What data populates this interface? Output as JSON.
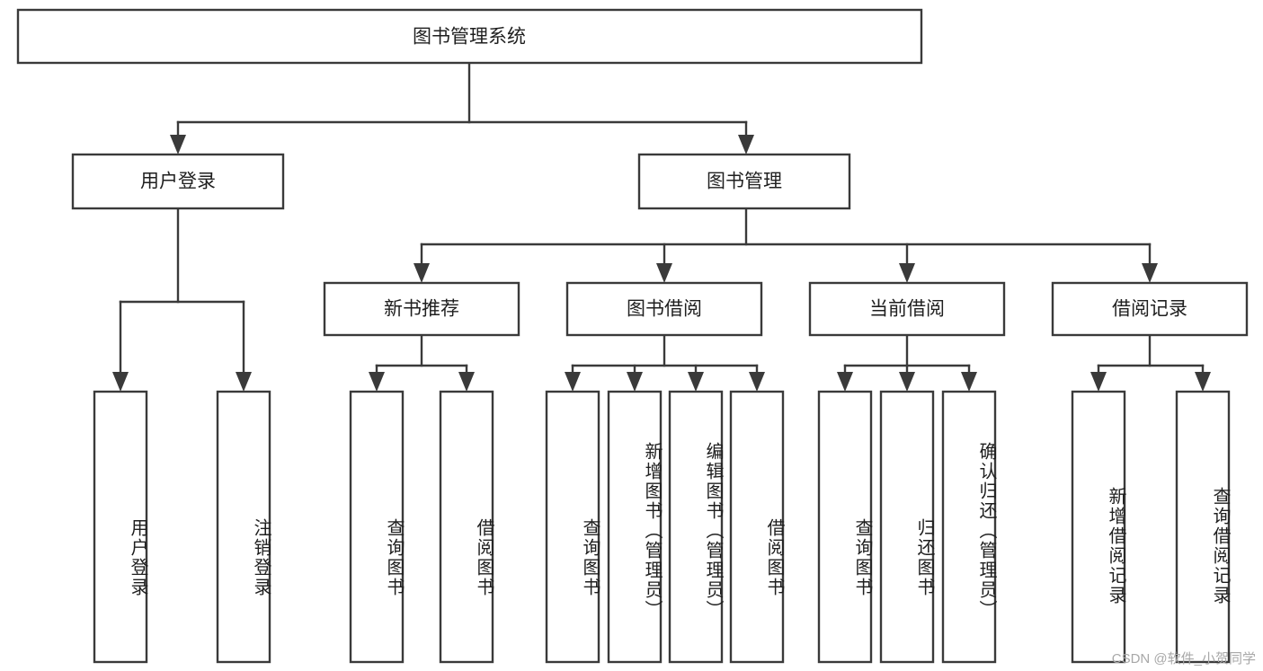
{
  "diagram": {
    "title_node": {
      "id": "root",
      "label": "图书管理系统"
    },
    "level2": [
      {
        "id": "user-login",
        "label": "用户登录"
      },
      {
        "id": "book-manage",
        "label": "图书管理"
      }
    ],
    "level3": [
      {
        "id": "new-book-rec",
        "label": "新书推荐"
      },
      {
        "id": "book-borrow",
        "label": "图书借阅"
      },
      {
        "id": "current-borrow",
        "label": "当前借阅"
      },
      {
        "id": "borrow-record",
        "label": "借阅记录"
      }
    ],
    "leaves": {
      "user_login": [
        {
          "id": "leaf-user-login",
          "label": "用户登录"
        },
        {
          "id": "leaf-logout",
          "label": "注销登录"
        }
      ],
      "new_book_rec": [
        {
          "id": "leaf-query-book-1",
          "label": "查询图书"
        },
        {
          "id": "leaf-borrow-book-1",
          "label": "借阅图书"
        }
      ],
      "book_borrow": [
        {
          "id": "leaf-query-book-2",
          "label": "查询图书"
        },
        {
          "id": "leaf-add-book",
          "label": "新增图书（管理员）"
        },
        {
          "id": "leaf-edit-book",
          "label": "编辑图书（管理员）"
        },
        {
          "id": "leaf-borrow-book-2",
          "label": "借阅图书"
        }
      ],
      "current_borrow": [
        {
          "id": "leaf-query-book-3",
          "label": "查询图书"
        },
        {
          "id": "leaf-return-book",
          "label": "归还图书"
        },
        {
          "id": "leaf-confirm-return",
          "label": "确认归还（管理员）"
        }
      ],
      "borrow_record": [
        {
          "id": "leaf-add-record",
          "label": "新增借阅记录"
        },
        {
          "id": "leaf-query-record",
          "label": "查询借阅记录"
        }
      ]
    },
    "watermark": "CSDN @软件_小贺同学",
    "colors": {
      "stroke": "#3a3a3a",
      "fill": "#ffffff",
      "text": "#1f1f1f",
      "watermark": "#a8a8a8",
      "background": "#ffffff"
    }
  }
}
